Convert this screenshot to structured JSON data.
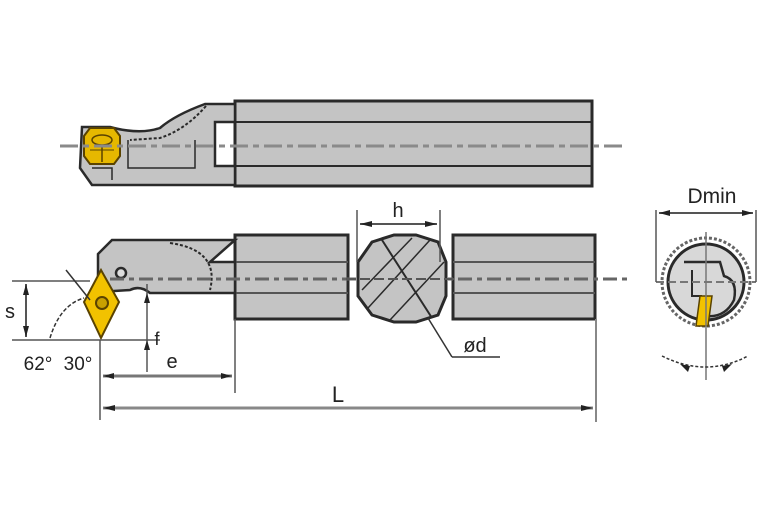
{
  "title": "Boring bar S-type technical drawing",
  "colors": {
    "body_fill": "#c4c4c4",
    "outline": "#2a2a2a",
    "insert": "#f2c200",
    "insert_outline": "#5a4300",
    "centerline": "#8a8a8a",
    "dimension": "#555555"
  },
  "labels": {
    "h": "h",
    "od": "ød",
    "dmin": "Dmin",
    "s": "s",
    "f": "f",
    "e": "e",
    "L": "L",
    "angle_1": "62°",
    "angle_2": "30°"
  },
  "views": [
    {
      "name": "top-view",
      "description": "Boring bar top view with insert"
    },
    {
      "name": "side-view",
      "description": "Boring bar side view with rhombic insert"
    },
    {
      "name": "cross-section",
      "description": "Shank cross-section with flats"
    },
    {
      "name": "end-view",
      "description": "End view showing minimum bore diameter"
    }
  ]
}
